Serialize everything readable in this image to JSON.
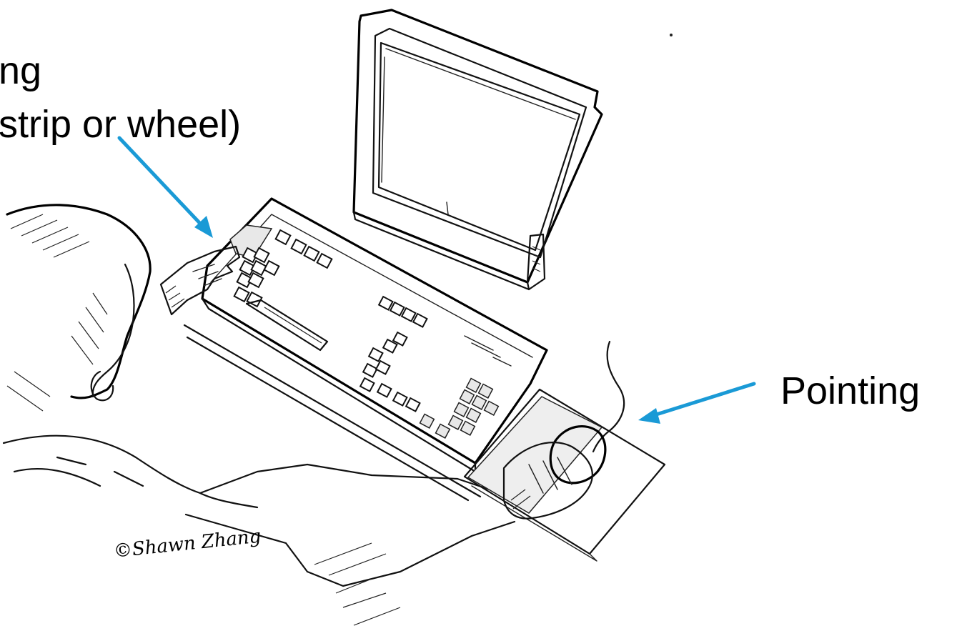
{
  "labels": {
    "top_line_1": "ng",
    "top_line_2": "strip or wheel)",
    "right": "Pointing"
  },
  "signature": "©Shawn Zhang",
  "colors": {
    "arrow": "#1a9ad6",
    "ink": "#111111",
    "background": "#ffffff"
  },
  "icons": {
    "monitor": "crt-monitor-icon",
    "keyboard": "function-keyboard-icon",
    "mouse": "mouse-icon",
    "mouse_pad": "mouse-pad-icon"
  }
}
